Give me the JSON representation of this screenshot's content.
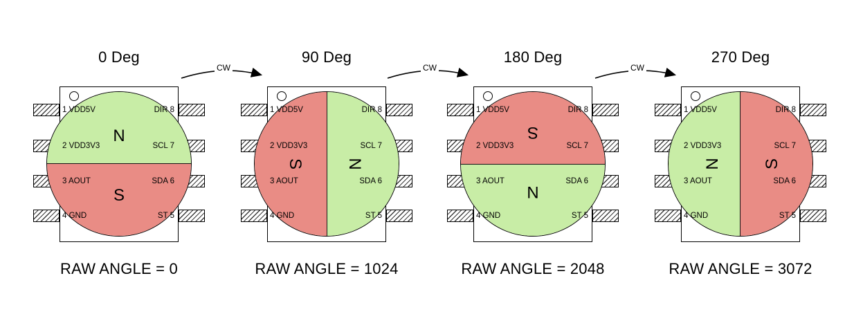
{
  "diagram": {
    "cw_label": "CW",
    "colors": {
      "north": "#c8eda6",
      "south": "#e98c85",
      "outline": "#000000"
    },
    "panels": [
      {
        "title": "0 Deg",
        "raw_angle": "RAW ANGLE = 0",
        "rotation_deg": 0,
        "north_label": "N",
        "south_label": "S",
        "left_pins": [
          "1 VDD5V",
          "2 VDD3V3",
          "3 AOUT",
          "4 GND"
        ],
        "right_pins": [
          "DIR 8",
          "SCL 7",
          "SDA 6",
          "ST 5"
        ]
      },
      {
        "title": "90 Deg",
        "raw_angle": "RAW ANGLE = 1024",
        "rotation_deg": 90,
        "north_label": "N",
        "south_label": "S",
        "left_pins": [
          "1 VDD5V",
          "2 VDD3V3",
          "3 AOUT",
          "4 GND"
        ],
        "right_pins": [
          "DIR 8",
          "SCL 7",
          "SDA 6",
          "ST 5"
        ]
      },
      {
        "title": "180 Deg",
        "raw_angle": "RAW ANGLE = 2048",
        "rotation_deg": 180,
        "north_label": "N",
        "south_label": "S",
        "left_pins": [
          "1 VDD5V",
          "2 VDD3V3",
          "3 AOUT",
          "4 GND"
        ],
        "right_pins": [
          "DIR 8",
          "SCL 7",
          "SDA 6",
          "ST 5"
        ]
      },
      {
        "title": "270 Deg",
        "raw_angle": "RAW ANGLE = 3072",
        "rotation_deg": 270,
        "north_label": "N",
        "south_label": "S",
        "left_pins": [
          "1 VDD5V",
          "2 VDD3V3",
          "3 AOUT",
          "4 GND"
        ],
        "right_pins": [
          "DIR 8",
          "SCL 7",
          "SDA 6",
          "ST 5"
        ]
      }
    ]
  }
}
